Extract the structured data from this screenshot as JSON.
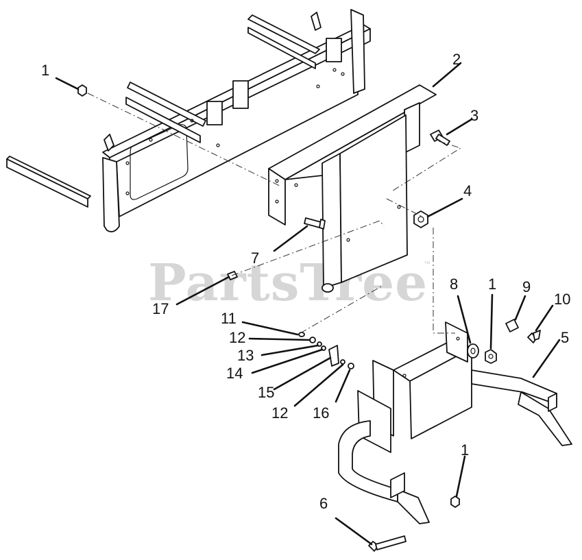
{
  "watermark": {
    "text": "PartsTree",
    "trademark": "™"
  },
  "callouts": [
    {
      "id": "c1a",
      "label": "1"
    },
    {
      "id": "c2",
      "label": "2"
    },
    {
      "id": "c3",
      "label": "3"
    },
    {
      "id": "c4",
      "label": "4"
    },
    {
      "id": "c7",
      "label": "7"
    },
    {
      "id": "c17",
      "label": "17"
    },
    {
      "id": "c8",
      "label": "8"
    },
    {
      "id": "c1b",
      "label": "1"
    },
    {
      "id": "c9",
      "label": "9"
    },
    {
      "id": "c10",
      "label": "10"
    },
    {
      "id": "c5",
      "label": "5"
    },
    {
      "id": "c11",
      "label": "11"
    },
    {
      "id": "c12a",
      "label": "12"
    },
    {
      "id": "c13",
      "label": "13"
    },
    {
      "id": "c14",
      "label": "14"
    },
    {
      "id": "c15",
      "label": "15"
    },
    {
      "id": "c12b",
      "label": "12"
    },
    {
      "id": "c16",
      "label": "16"
    },
    {
      "id": "c1c",
      "label": "1"
    },
    {
      "id": "c6",
      "label": "6"
    }
  ]
}
